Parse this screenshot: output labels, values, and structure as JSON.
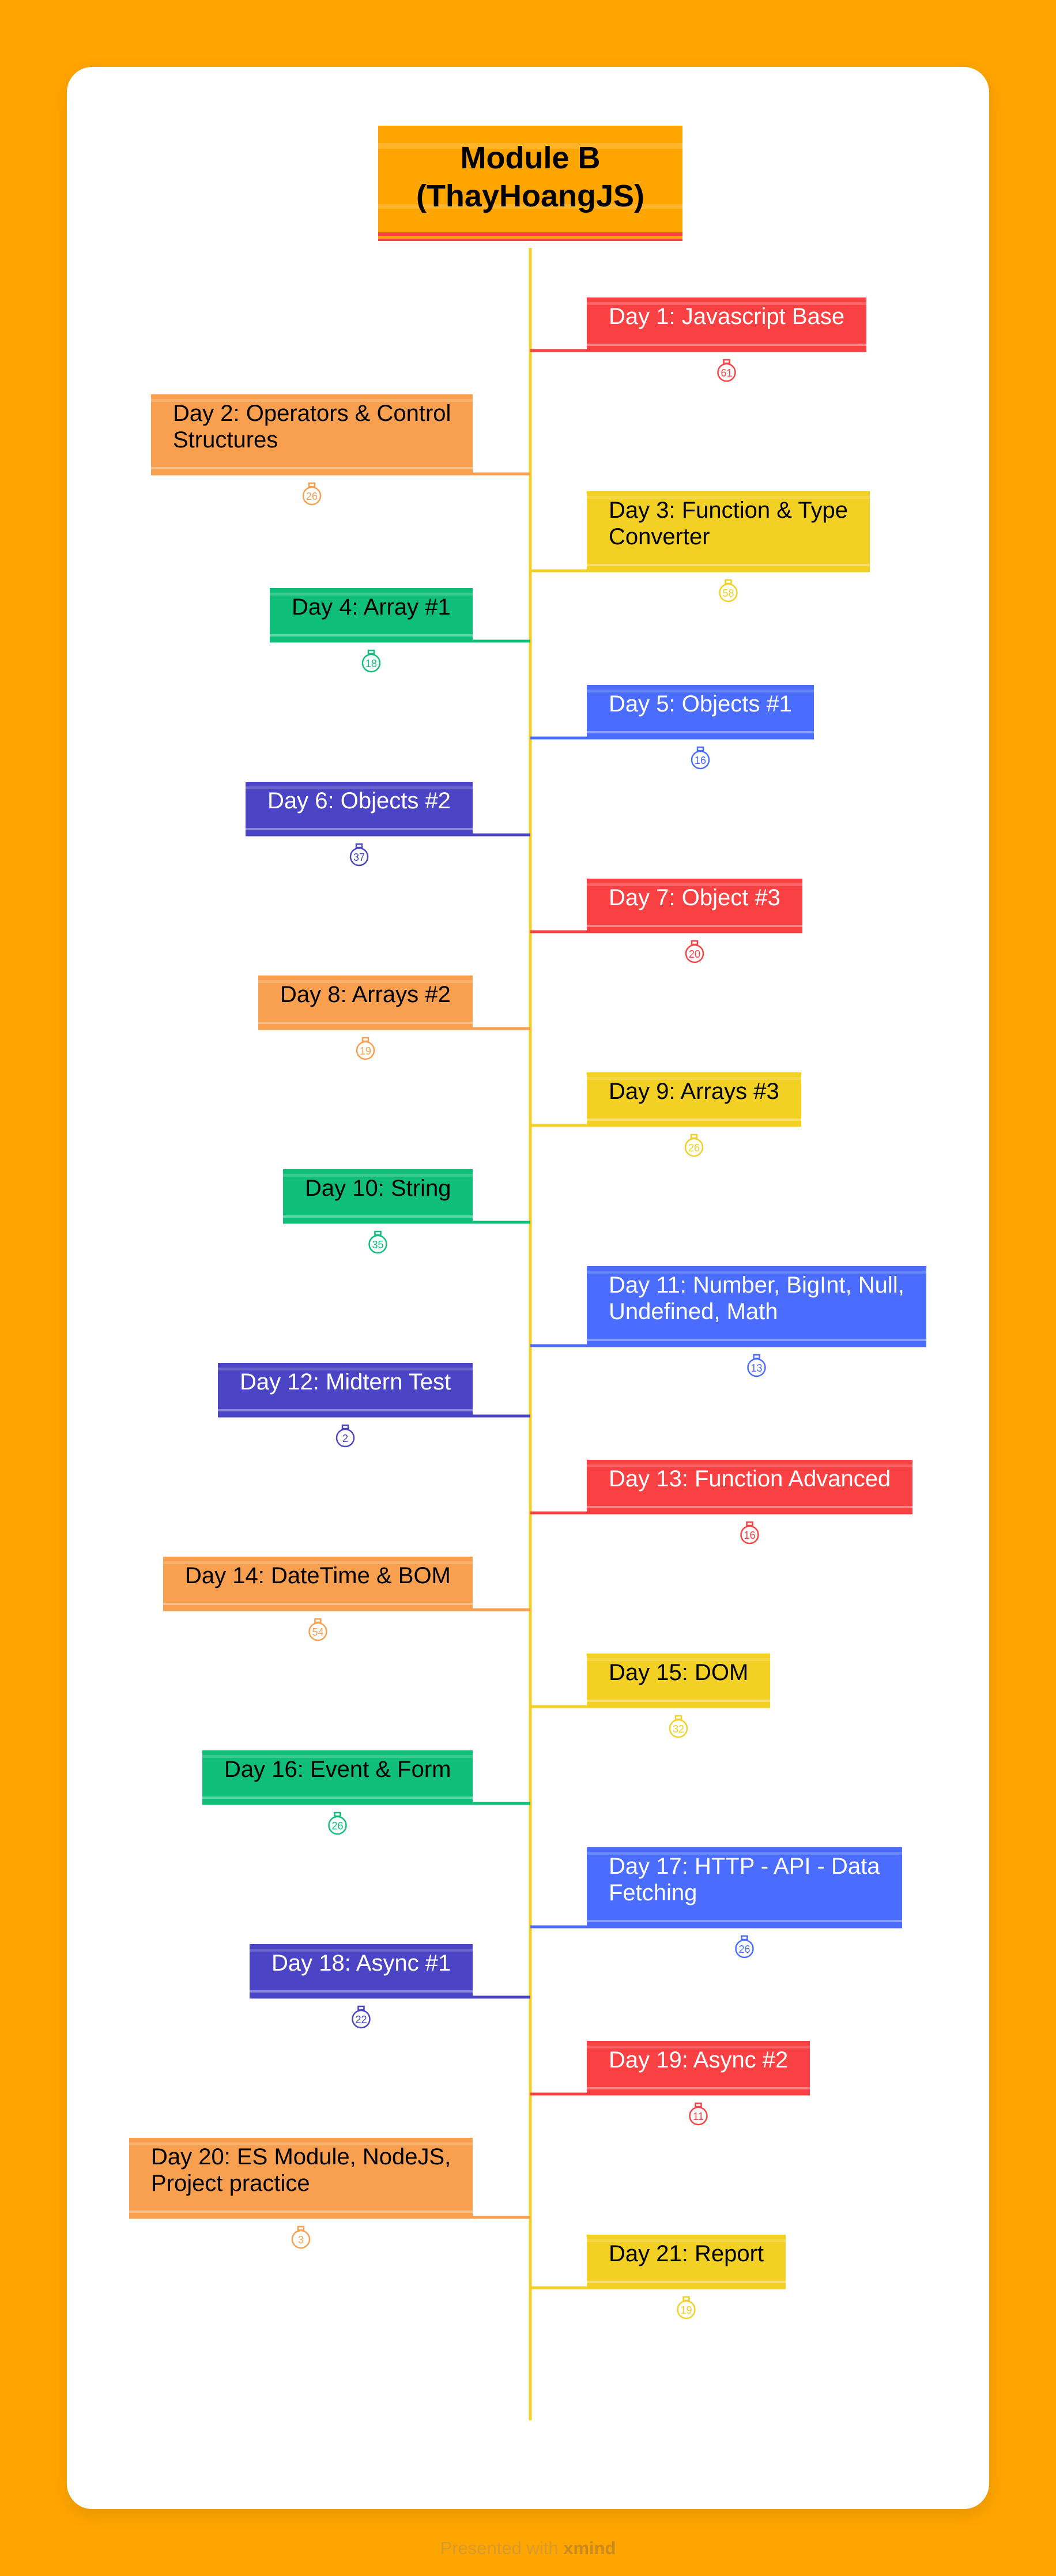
{
  "root": {
    "title_line1": "Module B",
    "title_line2": "(ThayHoangJS)",
    "color": "#FFA500"
  },
  "colors": {
    "red": "#F94144",
    "orange": "#F8A04F",
    "yellow": "#F2D024",
    "green": "#0FBF79",
    "blue": "#4A6CFF",
    "indigo": "#4B44C4",
    "spine": "#F2D024"
  },
  "days": [
    {
      "lines": [
        "Day 1: Javascript Base"
      ],
      "count": "61",
      "color": "red",
      "side": "right"
    },
    {
      "lines": [
        "Day 2: Operators & Control",
        "Structures"
      ],
      "count": "26",
      "color": "orange",
      "side": "left"
    },
    {
      "lines": [
        "Day 3: Function & Type",
        "Converter"
      ],
      "count": "58",
      "color": "yellow",
      "side": "right"
    },
    {
      "lines": [
        "Day 4: Array #1"
      ],
      "count": "18",
      "color": "green",
      "side": "left"
    },
    {
      "lines": [
        "Day 5: Objects #1"
      ],
      "count": "16",
      "color": "blue",
      "side": "right"
    },
    {
      "lines": [
        "Day 6: Objects #2"
      ],
      "count": "37",
      "color": "indigo",
      "side": "left"
    },
    {
      "lines": [
        "Day 7: Object #3"
      ],
      "count": "20",
      "color": "red",
      "side": "right"
    },
    {
      "lines": [
        "Day 8: Arrays #2"
      ],
      "count": "19",
      "color": "orange",
      "side": "left"
    },
    {
      "lines": [
        "Day 9: Arrays #3"
      ],
      "count": "26",
      "color": "yellow",
      "side": "right"
    },
    {
      "lines": [
        "Day 10: String"
      ],
      "count": "35",
      "color": "green",
      "side": "left"
    },
    {
      "lines": [
        "Day 11: Number, BigInt, Null,",
        "Undefined, Math"
      ],
      "count": "13",
      "color": "blue",
      "side": "right"
    },
    {
      "lines": [
        "Day 12: Midtern Test"
      ],
      "count": "2",
      "color": "indigo",
      "side": "left"
    },
    {
      "lines": [
        "Day 13: Function Advanced"
      ],
      "count": "16",
      "color": "red",
      "side": "right"
    },
    {
      "lines": [
        "Day 14: DateTime & BOM"
      ],
      "count": "54",
      "color": "orange",
      "side": "left"
    },
    {
      "lines": [
        "Day 15: DOM"
      ],
      "count": "32",
      "color": "yellow",
      "side": "right"
    },
    {
      "lines": [
        "Day 16: Event & Form"
      ],
      "count": "26",
      "color": "green",
      "side": "left"
    },
    {
      "lines": [
        "Day 17: HTTP - API - Data",
        "Fetching"
      ],
      "count": "26",
      "color": "blue",
      "side": "right"
    },
    {
      "lines": [
        "Day 18: Async #1"
      ],
      "count": "22",
      "color": "indigo",
      "side": "left"
    },
    {
      "lines": [
        "Day 19: Async #2"
      ],
      "count": "11",
      "color": "red",
      "side": "right"
    },
    {
      "lines": [
        "Day 20: ES Module, NodeJS,",
        "Project practice"
      ],
      "count": "3",
      "color": "orange",
      "side": "left"
    },
    {
      "lines": [
        "Day 21: Report"
      ],
      "count": "19",
      "color": "yellow",
      "side": "right"
    }
  ],
  "footer": {
    "prefix": "Presented with",
    "brand": "xmind"
  }
}
